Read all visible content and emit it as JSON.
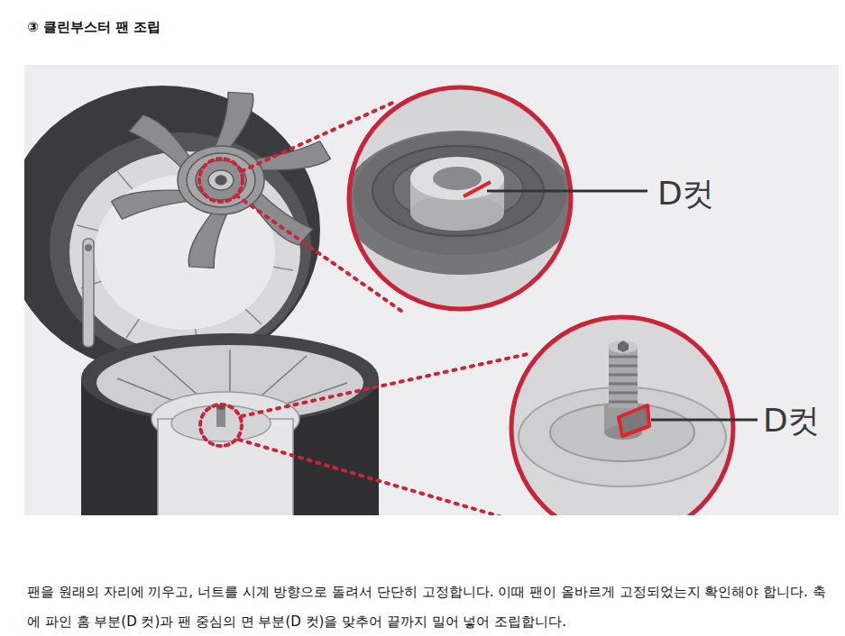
{
  "diagram": {
    "title": "③ 클린부스터 팬 조립",
    "caption": "팬을 원래의 자리에 끼우고, 너트를 시계 방향으로 돌려서 단단히 고정합니다. 이때 팬이 올바르게 고정되었는지 확인해야 합니다. 축에 파인 홈 부분(D 컷)과 팬 중심의 면 부분(D 컷)을 맞추어 끝까지 밀어 넣어 조립합니다.",
    "labels": [
      "D컷",
      "D컷"
    ]
  }
}
